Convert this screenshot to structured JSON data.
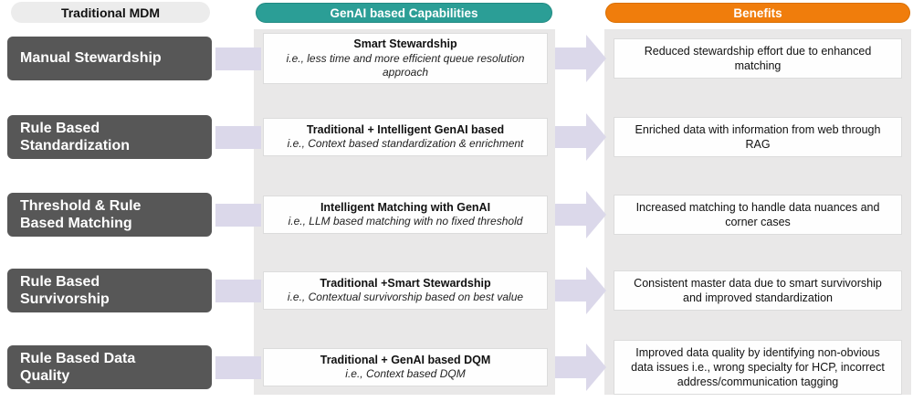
{
  "header": {
    "traditional": "Traditional MDM",
    "genai": "GenAI based Capabilities",
    "benefits": "Benefits"
  },
  "rows": [
    {
      "traditional": "Manual Stewardship",
      "capability_title": "Smart Stewardship",
      "capability_detail": "i.e., less time and more efficient queue resolution approach",
      "benefit": "Reduced stewardship effort due to enhanced matching"
    },
    {
      "traditional": "Rule Based Standardization",
      "capability_title": "Traditional + Intelligent GenAI based",
      "capability_detail": "i.e., Context based standardization & enrichment",
      "benefit": "Enriched data with information from web through RAG"
    },
    {
      "traditional": "Threshold & Rule Based Matching",
      "capability_title": "Intelligent Matching with GenAI",
      "capability_detail": "i.e., LLM based matching with no fixed threshold",
      "benefit": "Increased matching to handle data nuances and corner cases"
    },
    {
      "traditional": "Rule Based Survivorship",
      "capability_title": "Traditional +Smart Stewardship",
      "capability_detail": "i.e., Contextual survivorship based on best value",
      "benefit": "Consistent master data due to smart survivorship and improved standardization"
    },
    {
      "traditional": "Rule Based Data Quality",
      "capability_title": "Traditional + GenAI based DQM",
      "capability_detail": "i.e., Context based DQM",
      "benefit": "Improved data quality by identifying non-obvious data issues i.e., wrong specialty for HCP, incorrect address/communication tagging"
    }
  ],
  "colors": {
    "teal": "#2b9e96",
    "orange": "#f07d0c",
    "dark_box": "#575757",
    "panel_gray": "#e9e8e8",
    "arrow_lavender": "#dbd8ea",
    "pill_gray": "#ececec"
  }
}
